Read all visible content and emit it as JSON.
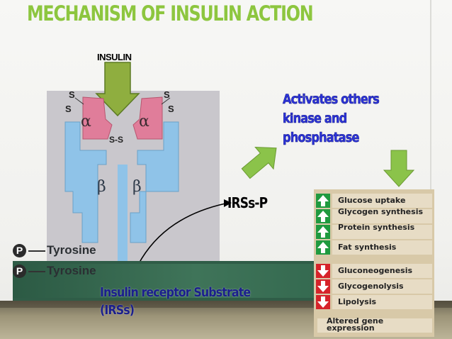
{
  "title": "MECHANISM OF INSULIN ACTION",
  "colors": {
    "title": "#8dc63f",
    "blue_text": "#2b33d9",
    "green_arrow": "#8bc34a",
    "band": "#2f5c47"
  },
  "insulin_label": "INSULIN",
  "receptor": {
    "alpha_left": "α",
    "alpha_right": "α",
    "beta_left": "β",
    "beta_right": "β",
    "ss_bridge": "S-S",
    "s_labels": [
      "S",
      "S",
      "S",
      "S"
    ],
    "phospho": [
      {
        "badge": "P",
        "label": "Tyrosine"
      },
      {
        "badge": "P",
        "label": "Tyrosine"
      }
    ]
  },
  "activates": [
    "Activates others",
    "kinase and",
    "phosphatase"
  ],
  "irss_p": "IRSs-P",
  "irs_substrate": [
    "Insulin receptor Substrate",
    "(IRSs)"
  ],
  "effects": {
    "up": [
      {
        "icon": "up-arrow-icon",
        "label": "Glucose uptake"
      },
      {
        "icon": "up-arrow-icon",
        "label": "Glycogen synthesis"
      },
      {
        "icon": "up-arrow-icon",
        "label": "Protein synthesis"
      },
      {
        "icon": "up-arrow-icon",
        "label": "Fat synthesis"
      }
    ],
    "down": [
      {
        "icon": "down-arrow-icon",
        "label": "Gluconeogenesis"
      },
      {
        "icon": "down-arrow-icon",
        "label": "Glycogenolysis"
      },
      {
        "icon": "down-arrow-icon",
        "label": "Lipolysis"
      }
    ],
    "other": {
      "label": "Altered gene expression"
    }
  }
}
